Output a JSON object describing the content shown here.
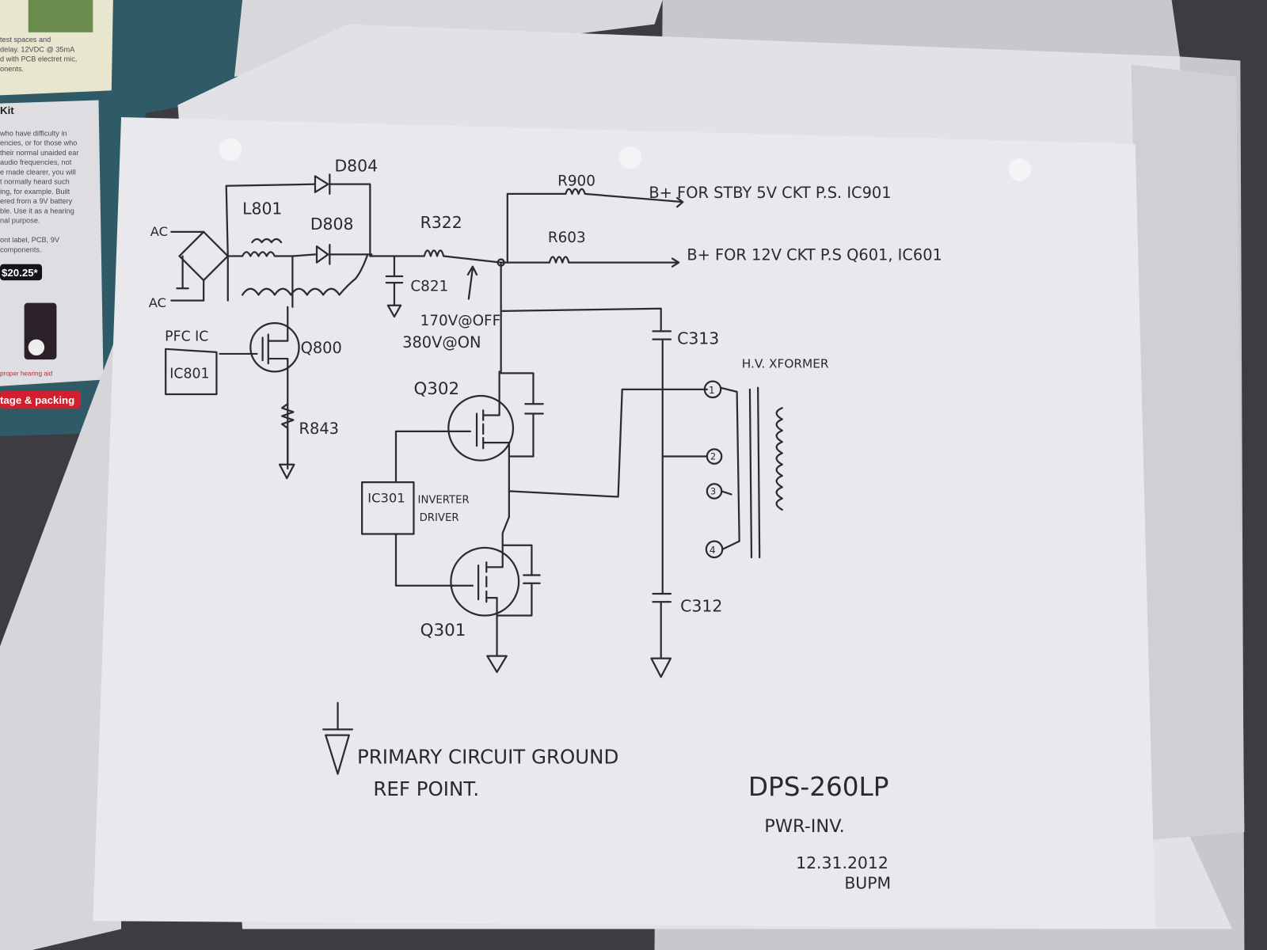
{
  "magazine": {
    "lines_top": [
      "test spaces and",
      "delay. 12VDC @ 35mA",
      "d with PCB electret mic,",
      "onents."
    ],
    "kit_title": "Kit",
    "kit_lines": [
      "who have difficulty in",
      "encies, or for those who",
      "their normal unaided ear",
      "audio frequencies, not",
      "e made clearer, you will",
      "t normally heard such",
      "ing, for example. Built",
      "ered from a 9V battery",
      "ble. Use it as a hearing",
      "nal purpose.",
      "",
      "ont label, PCB, 9V",
      "components."
    ],
    "price": "$20.25*",
    "caption": "proper hearing aid",
    "banner": "tage & packing"
  },
  "schematic": {
    "ac_top": "AC",
    "ac_bottom": "AC",
    "d804": "D804",
    "l801": "L801",
    "d808": "D808",
    "r322": "R322",
    "c821": "C821",
    "voltage_off": "170V@OFF",
    "voltage_on": "380V@ON",
    "pfc_ic": "PFC IC",
    "ic801": "IC801",
    "q800": "Q800",
    "r843": "R843",
    "r900": "R900",
    "r603": "R603",
    "stby_label": "B+ FOR STBY 5V CKT P.S.  IC901",
    "v12_label": "B+ FOR 12V CKT P.S  Q601, IC601",
    "c313": "C313",
    "c312": "C312",
    "xformer": "H.V. XFORMER",
    "pins": [
      "1",
      "2",
      "3",
      "4"
    ],
    "q302": "Q302",
    "q301": "Q301",
    "ic301": "IC301",
    "inverter_driver": [
      "INVERTER",
      "DRIVER"
    ],
    "legend_line1": "PRIMARY CIRCUIT GROUND",
    "legend_line2": "REF POINT.",
    "model": "DPS-260LP",
    "subtitle": "PWR-INV.",
    "date": "12.31.2012",
    "signature": "BUPM"
  }
}
